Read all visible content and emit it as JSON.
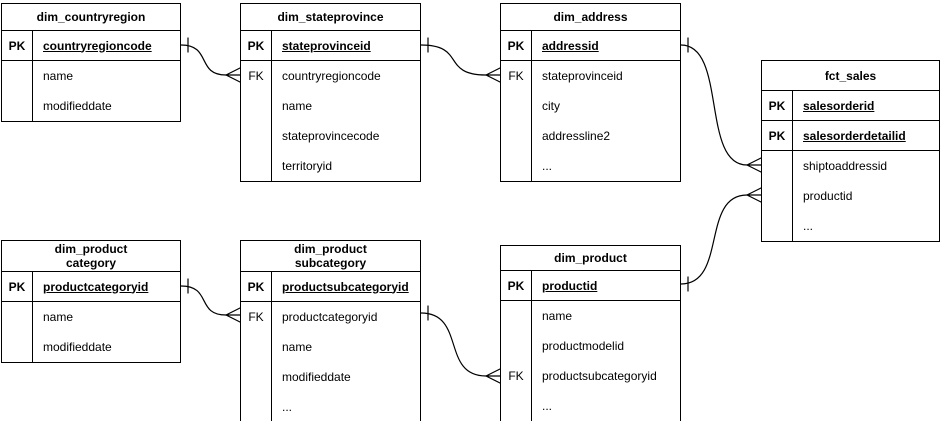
{
  "diagram": {
    "background_color": "#ffffff",
    "line_color": "#000000",
    "text_color": "#000000",
    "tables": [
      {
        "title": "dim_countryregion",
        "key_rows": [
          {
            "key": "PK",
            "field": "countryregioncode"
          }
        ],
        "attr_rows": [
          {
            "key": "",
            "field": "name"
          },
          {
            "key": "",
            "field": "modifieddate"
          }
        ]
      },
      {
        "title": "dim_stateprovince",
        "key_rows": [
          {
            "key": "PK",
            "field": "stateprovinceid"
          }
        ],
        "attr_rows": [
          {
            "key": "FK",
            "field": "countryregioncode"
          },
          {
            "key": "",
            "field": "name"
          },
          {
            "key": "",
            "field": "stateprovincecode"
          },
          {
            "key": "",
            "field": "territoryid"
          }
        ]
      },
      {
        "title": "dim_address",
        "key_rows": [
          {
            "key": "PK",
            "field": "addressid"
          }
        ],
        "attr_rows": [
          {
            "key": "FK",
            "field": "stateprovinceid"
          },
          {
            "key": "",
            "field": "city"
          },
          {
            "key": "",
            "field": "addressline2"
          },
          {
            "key": "",
            "field": "..."
          }
        ]
      },
      {
        "title": "fct_sales",
        "key_rows": [
          {
            "key": "PK",
            "field": "salesorderid"
          },
          {
            "key": "PK",
            "field": "salesorderdetailid"
          }
        ],
        "attr_rows": [
          {
            "key": "",
            "field": "shiptoaddressid"
          },
          {
            "key": "",
            "field": "productid"
          },
          {
            "key": "",
            "field": "..."
          }
        ]
      },
      {
        "title": "dim_product\ncategory",
        "key_rows": [
          {
            "key": "PK",
            "field": "productcategoryid"
          }
        ],
        "attr_rows": [
          {
            "key": "",
            "field": "name"
          },
          {
            "key": "",
            "field": "modifieddate"
          }
        ]
      },
      {
        "title": "dim_product\nsubcategory",
        "key_rows": [
          {
            "key": "PK",
            "field": "productsubcategoryid"
          }
        ],
        "attr_rows": [
          {
            "key": "FK",
            "field": "productcategoryid"
          },
          {
            "key": "",
            "field": "name"
          },
          {
            "key": "",
            "field": "modifieddate"
          },
          {
            "key": "",
            "field": "..."
          }
        ]
      },
      {
        "title": "dim_product",
        "key_rows": [
          {
            "key": "PK",
            "field": "productid"
          }
        ],
        "attr_rows": [
          {
            "key": "",
            "field": "name"
          },
          {
            "key": "",
            "field": "productmodelid"
          },
          {
            "key": "FK",
            "field": "productsubcategoryid"
          },
          {
            "key": "",
            "field": "..."
          }
        ]
      }
    ],
    "relationships": [
      {
        "from_table": "dim_countryregion",
        "from_field": "countryregioncode",
        "from_cardinality": "one",
        "to_table": "dim_stateprovince",
        "to_field": "countryregioncode",
        "to_cardinality": "many"
      },
      {
        "from_table": "dim_stateprovince",
        "from_field": "stateprovinceid",
        "from_cardinality": "one",
        "to_table": "dim_address",
        "to_field": "stateprovinceid",
        "to_cardinality": "many"
      },
      {
        "from_table": "dim_address",
        "from_field": "addressid",
        "from_cardinality": "one",
        "to_table": "fct_sales",
        "to_field": "shiptoaddressid",
        "to_cardinality": "many"
      },
      {
        "from_table": "dim_product",
        "from_field": "productid",
        "from_cardinality": "one",
        "to_table": "fct_sales",
        "to_field": "productid",
        "to_cardinality": "many"
      },
      {
        "from_table": "dim_product category",
        "from_field": "productcategoryid",
        "from_cardinality": "one",
        "to_table": "dim_product subcategory",
        "to_field": "productcategoryid",
        "to_cardinality": "many"
      },
      {
        "from_table": "dim_product subcategory",
        "from_field": "productsubcategoryid",
        "from_cardinality": "one",
        "to_table": "dim_product",
        "to_field": "productsubcategoryid",
        "to_cardinality": "many"
      }
    ]
  }
}
